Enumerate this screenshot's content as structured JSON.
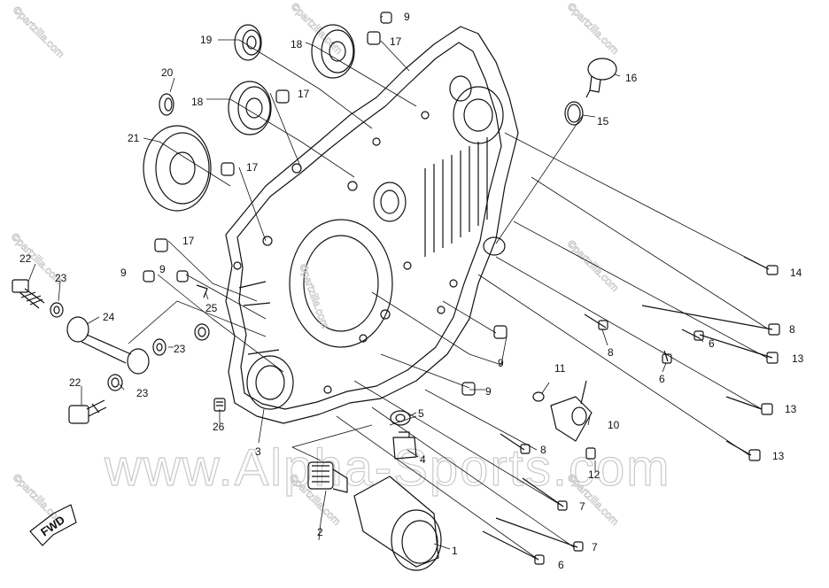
{
  "watermark": "www.Alpha-Sports.com",
  "corner_watermark": "©partzilla.com",
  "center_watermark": "©partzilla.com",
  "direction_mark": "FWD",
  "callouts": [
    {
      "label": "1"
    },
    {
      "label": "2"
    },
    {
      "label": "3"
    },
    {
      "label": "4"
    },
    {
      "label": "5"
    },
    {
      "label": "6"
    },
    {
      "label": "6"
    },
    {
      "label": "6"
    },
    {
      "label": "7"
    },
    {
      "label": "7"
    },
    {
      "label": "8"
    },
    {
      "label": "8"
    },
    {
      "label": "8"
    },
    {
      "label": "9"
    },
    {
      "label": "9"
    },
    {
      "label": "9"
    },
    {
      "label": "9"
    },
    {
      "label": "9"
    },
    {
      "label": "10"
    },
    {
      "label": "11"
    },
    {
      "label": "12"
    },
    {
      "label": "13"
    },
    {
      "label": "13"
    },
    {
      "label": "13"
    },
    {
      "label": "14"
    },
    {
      "label": "15"
    },
    {
      "label": "16"
    },
    {
      "label": "17"
    },
    {
      "label": "17"
    },
    {
      "label": "17"
    },
    {
      "label": "17"
    },
    {
      "label": "18"
    },
    {
      "label": "18"
    },
    {
      "label": "19"
    },
    {
      "label": "20"
    },
    {
      "label": "21"
    },
    {
      "label": "22"
    },
    {
      "label": "22"
    },
    {
      "label": "23"
    },
    {
      "label": "23"
    },
    {
      "label": "23"
    },
    {
      "label": "24"
    },
    {
      "label": "25"
    },
    {
      "label": "26"
    }
  ]
}
